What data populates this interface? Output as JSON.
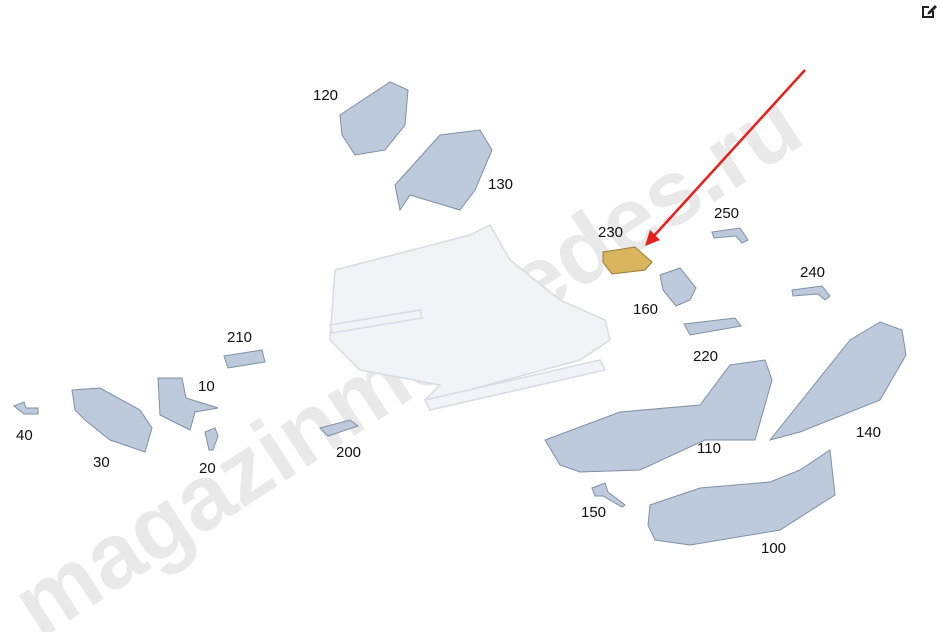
{
  "watermark": "magazinmercedes.ru",
  "toolbar": {
    "edit_icon": "edit-icon"
  },
  "colors": {
    "part_fill": "#bccadb",
    "part_stroke": "#7f90a6",
    "highlight_fill": "#d9b560",
    "arrow": "#e8201c",
    "frame_fill": "#eef1f5"
  },
  "labels": {
    "p120": "120",
    "p130": "130",
    "p230": "230",
    "p250": "250",
    "p240": "240",
    "p160": "160",
    "p220": "220",
    "p210": "210",
    "p10": "10",
    "p40": "40",
    "p30": "30",
    "p20": "20",
    "p200": "200",
    "p110": "110",
    "p140": "140",
    "p150": "150",
    "p100": "100"
  },
  "highlighted_part": "230"
}
